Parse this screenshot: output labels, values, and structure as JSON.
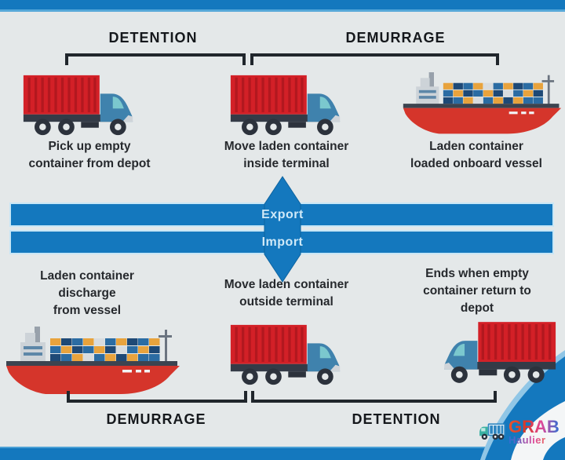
{
  "palette": {
    "background": "#e4e8e9",
    "accent_blue": "#1478be",
    "light_blue_border": "#c7e6f6",
    "container_red": "#d32027",
    "line_dark": "#20262c"
  },
  "top_brackets": {
    "detention": "DETENTION",
    "demurrage": "DEMURRAGE"
  },
  "top_items": [
    {
      "icon": "truck-right",
      "caption": "Pick up empty\ncontainer from depot"
    },
    {
      "icon": "truck-right",
      "caption": "Move laden container\ninside terminal"
    },
    {
      "icon": "cargo-ship",
      "caption": "Laden container\nloaded onboard vessel"
    }
  ],
  "flow": {
    "export_label": "Export",
    "import_label": "Import"
  },
  "bottom_items": [
    {
      "icon": "cargo-ship",
      "caption": "Laden container\ndischarge\nfrom vessel"
    },
    {
      "icon": "truck-right",
      "caption": "Move laden container\noutside terminal"
    },
    {
      "icon": "truck-left",
      "caption": "Ends when empty\ncontainer return to\ndepot"
    }
  ],
  "bottom_brackets": {
    "demurrage": "DEMURRAGE",
    "detention": "DETENTION"
  },
  "logo": {
    "name": "GRAB",
    "sub": "Haulier"
  }
}
